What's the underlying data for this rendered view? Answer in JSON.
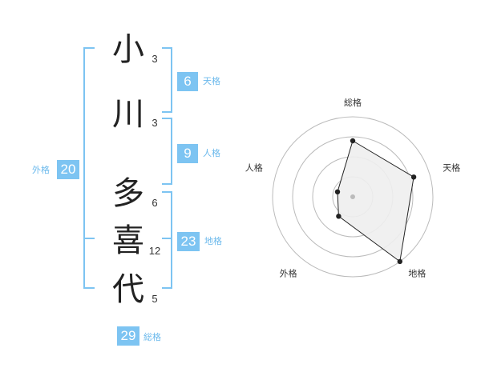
{
  "name": {
    "characters": [
      {
        "char": "小",
        "strokes": "3"
      },
      {
        "char": "川",
        "strokes": "3"
      },
      {
        "char": "多",
        "strokes": "6"
      },
      {
        "char": "喜",
        "strokes": "12"
      },
      {
        "char": "代",
        "strokes": "5"
      }
    ]
  },
  "kakusu": {
    "tenkaku": {
      "value": "6",
      "label": "天格"
    },
    "jinkaku": {
      "value": "9",
      "label": "人格"
    },
    "chikaku": {
      "value": "23",
      "label": "地格"
    },
    "gaikaku": {
      "value": "20",
      "label": "外格"
    },
    "soukaku": {
      "value": "29",
      "label": "総格"
    }
  },
  "chart_data": {
    "type": "radar",
    "axes": [
      "総格",
      "天格",
      "地格",
      "外格",
      "人格"
    ],
    "values": [
      0.7,
      0.8,
      1.0,
      0.3,
      0.2
    ],
    "rings": 4,
    "colors": {
      "ring": "#bbbbbb",
      "fill": "#eeeeee",
      "line": "#222222",
      "point": "#222222",
      "center": "#bbbbbb"
    }
  },
  "colors": {
    "accent": "#7dc4f2",
    "label": "#6bb9ec",
    "bracket": "#7dc4f2"
  }
}
